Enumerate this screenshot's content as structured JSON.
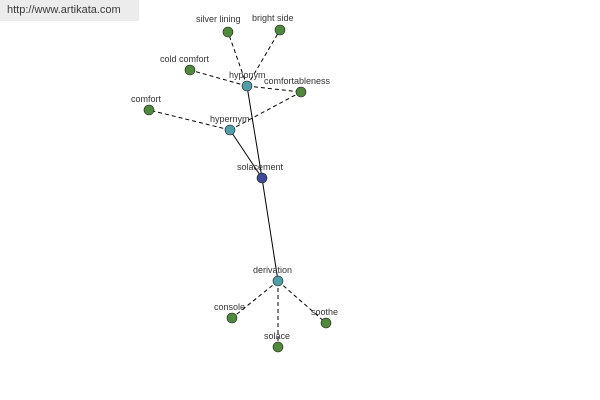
{
  "watermark": {
    "text": "http://www.artikata.com"
  },
  "colors": {
    "root_node": "#3b4b96",
    "relation_node": "#4f9eaa",
    "leaf_node": "#4f8a3c",
    "edge": "#000000"
  },
  "graph": {
    "root": {
      "label": "solacement"
    },
    "relations": [
      {
        "label": "hyponym"
      },
      {
        "label": "hypernym"
      },
      {
        "label": "derivation"
      }
    ],
    "leaves": [
      {
        "label": "silver lining",
        "relation": "hyponym"
      },
      {
        "label": "bright side",
        "relation": "hyponym"
      },
      {
        "label": "cold comfort",
        "relation": "hyponym"
      },
      {
        "label": "comfortableness",
        "relation": "hyponym"
      },
      {
        "label": "comfort",
        "relation": "hypernym"
      },
      {
        "label": "console",
        "relation": "derivation"
      },
      {
        "label": "solace",
        "relation": "derivation"
      },
      {
        "label": "soothe",
        "relation": "derivation"
      }
    ]
  }
}
